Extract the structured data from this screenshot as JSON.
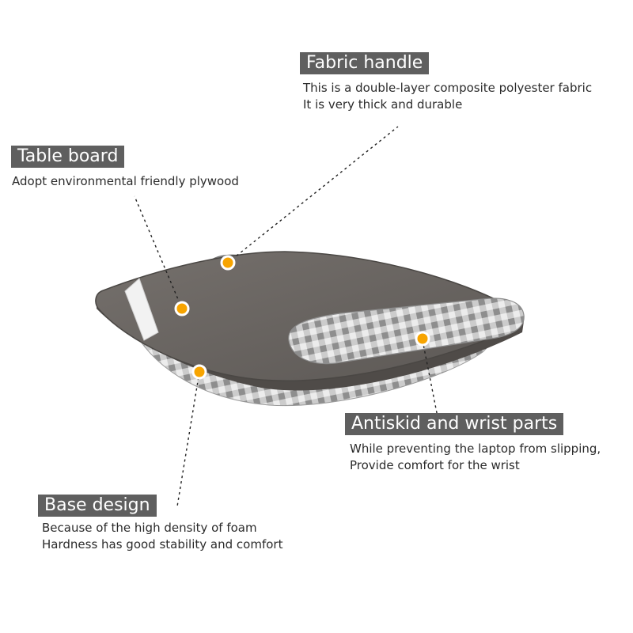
{
  "colors": {
    "label_bg": "#5f5f5f",
    "label_text": "#ffffff",
    "desc_text": "#2b2b2b",
    "board": "#66615e",
    "board_edge": "#514d4a",
    "gingham_light": "#e9e9e9",
    "gingham_mid": "#a9a9a9",
    "gingham_dark": "#7c7c7c",
    "hotspot": "#f7a400"
  },
  "callouts": {
    "fabric_handle": {
      "title": "Fabric handle",
      "line1": "This is a double-layer composite polyester fabric",
      "line2": "It is very thick and durable"
    },
    "table_board": {
      "title": "Table board",
      "line1": "Adopt environmental friendly plywood"
    },
    "antiskid": {
      "title": "Antiskid and wrist parts",
      "line1": "While preventing the laptop from slipping,",
      "line2": "Provide comfort for the wrist"
    },
    "base_design": {
      "title": "Base design",
      "line1": "Because of the high density of foam",
      "line2": "Hardness has good stability and comfort"
    }
  }
}
